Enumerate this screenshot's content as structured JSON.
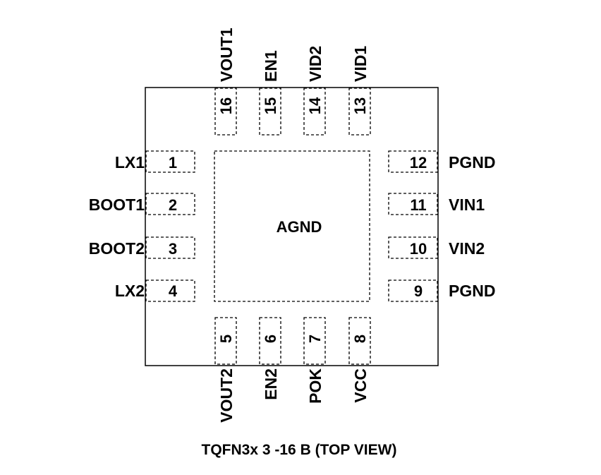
{
  "package": {
    "center_label": "AGND",
    "caption": "TQFN3x 3 -16 B (TOP VIEW)"
  },
  "left_pins": [
    {
      "num": "1",
      "label": "LX1"
    },
    {
      "num": "2",
      "label": "BOOT1"
    },
    {
      "num": "3",
      "label": "BOOT2"
    },
    {
      "num": "4",
      "label": "LX2"
    }
  ],
  "right_pins": [
    {
      "num": "12",
      "label": "PGND"
    },
    {
      "num": "11",
      "label": "VIN1"
    },
    {
      "num": "10",
      "label": "VIN2"
    },
    {
      "num": "9",
      "label": "PGND"
    }
  ],
  "top_pins": [
    {
      "num": "16",
      "label": "VOUT1"
    },
    {
      "num": "15",
      "label": "EN1"
    },
    {
      "num": "14",
      "label": "VID2"
    },
    {
      "num": "13",
      "label": "VID1"
    }
  ],
  "bottom_pins": [
    {
      "num": "5",
      "label": "VOUT2"
    },
    {
      "num": "6",
      "label": "EN2"
    },
    {
      "num": "7",
      "label": "POK"
    },
    {
      "num": "8",
      "label": "VCC"
    }
  ]
}
